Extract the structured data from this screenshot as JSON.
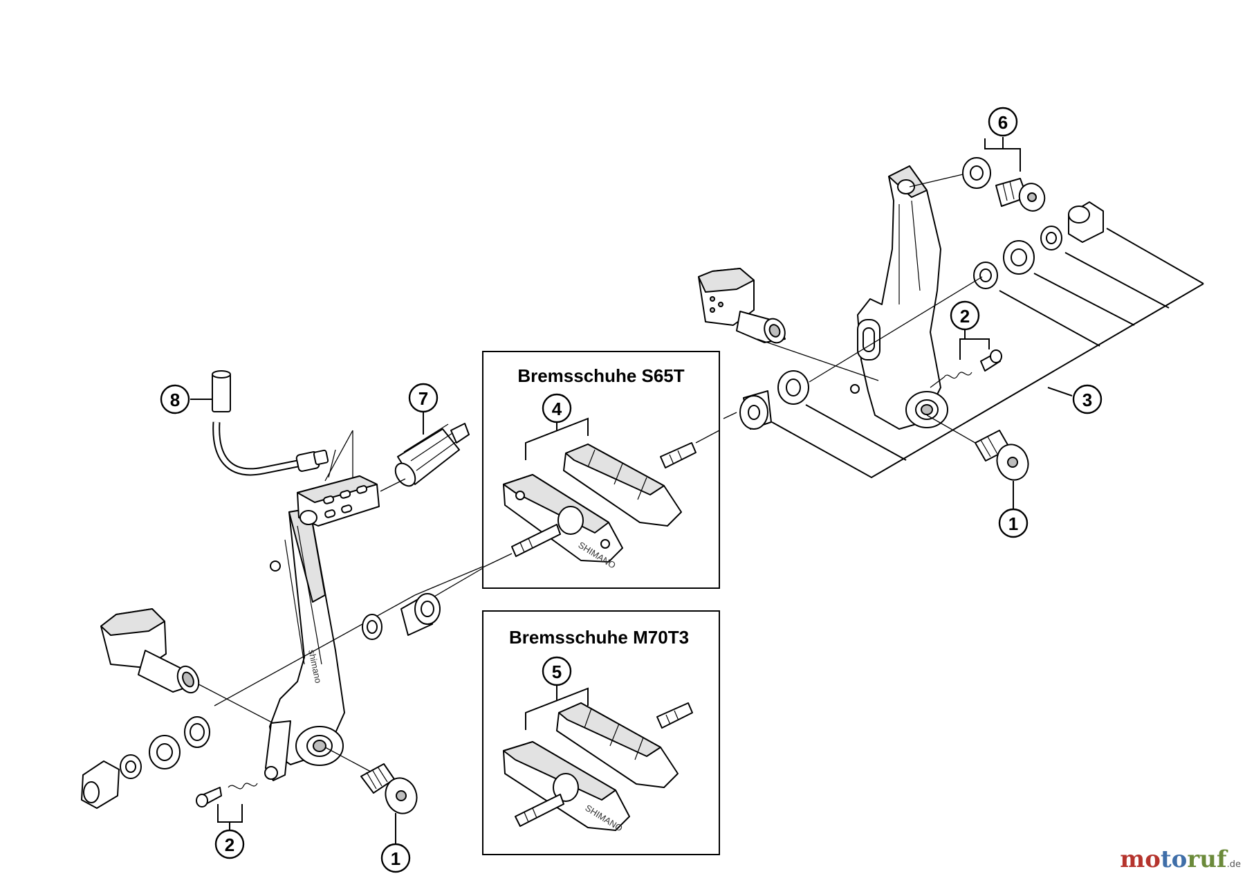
{
  "callouts": {
    "left_1": "1",
    "left_2": "2",
    "left_7": "7",
    "left_8": "8",
    "right_1": "1",
    "right_2": "2",
    "right_3": "3",
    "right_6": "6",
    "box1_4": "4",
    "box2_5": "5"
  },
  "boxes": {
    "shoe_s65t": {
      "title": "Bremsschuhe S65T"
    },
    "shoe_m70t3": {
      "title": "Bremsschuhe M70T3"
    }
  },
  "brand_marks": {
    "arm": "shimano",
    "pad1": "SHIMANO",
    "pad2": "SHIMANO"
  },
  "watermark": {
    "part1": "mo",
    "part2": "to",
    "part3": "ruf",
    "tld": ".de"
  }
}
